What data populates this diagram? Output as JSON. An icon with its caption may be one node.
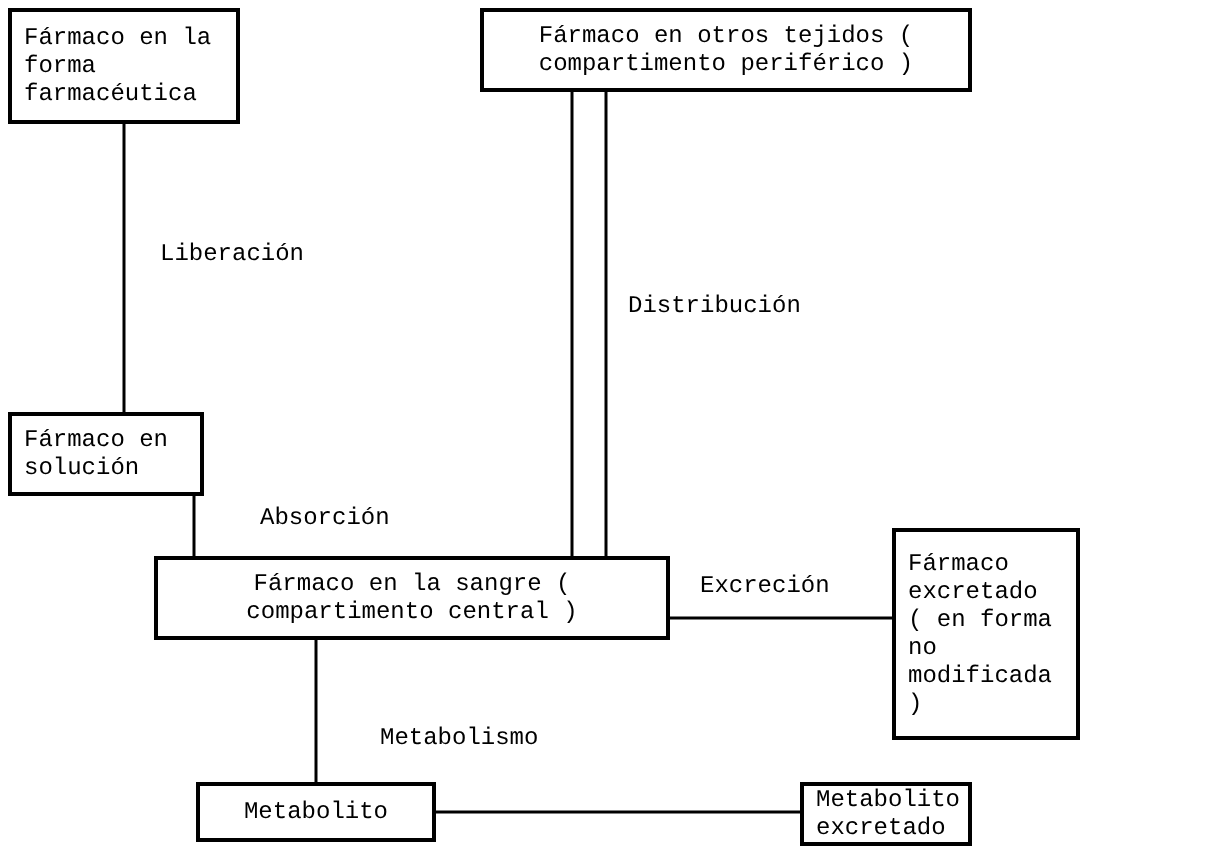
{
  "diagram": {
    "nodes": [
      {
        "text": [
          "Fármaco en la forma farmacéutica"
        ]
      },
      {
        "text": [
          "Fármaco en otros tejidos ( compartimento periférico )"
        ]
      },
      {
        "text": [
          "Fármaco en solución"
        ]
      },
      {
        "text": [
          "Fármaco en la sangre ( compartimento central )"
        ]
      },
      {
        "text": [
          "Fármaco excretado ( en forma no modificada )"
        ]
      },
      {
        "text": [
          "Metabolito"
        ]
      },
      {
        "text": [
          "Metabolito excretado"
        ]
      }
    ],
    "edges": [
      {
        "from": 0,
        "to": 2,
        "arrow": "none",
        "label": "Liberación"
      },
      {
        "from": 2,
        "to": 3,
        "arrow": "none",
        "label": "Absorción"
      },
      {
        "from": 1,
        "to": 3,
        "arrow": "none"
      },
      {
        "from": 1,
        "to": 3,
        "arrow": "none",
        "label": "Distribución"
      },
      {
        "from": 3,
        "to": 4,
        "arrow": "none",
        "label": "Excreción"
      },
      {
        "from": 3,
        "to": 5,
        "arrow": "none",
        "label": "Metabolismo"
      },
      {
        "from": 5,
        "to": 6,
        "arrow": "none"
      }
    ]
  }
}
